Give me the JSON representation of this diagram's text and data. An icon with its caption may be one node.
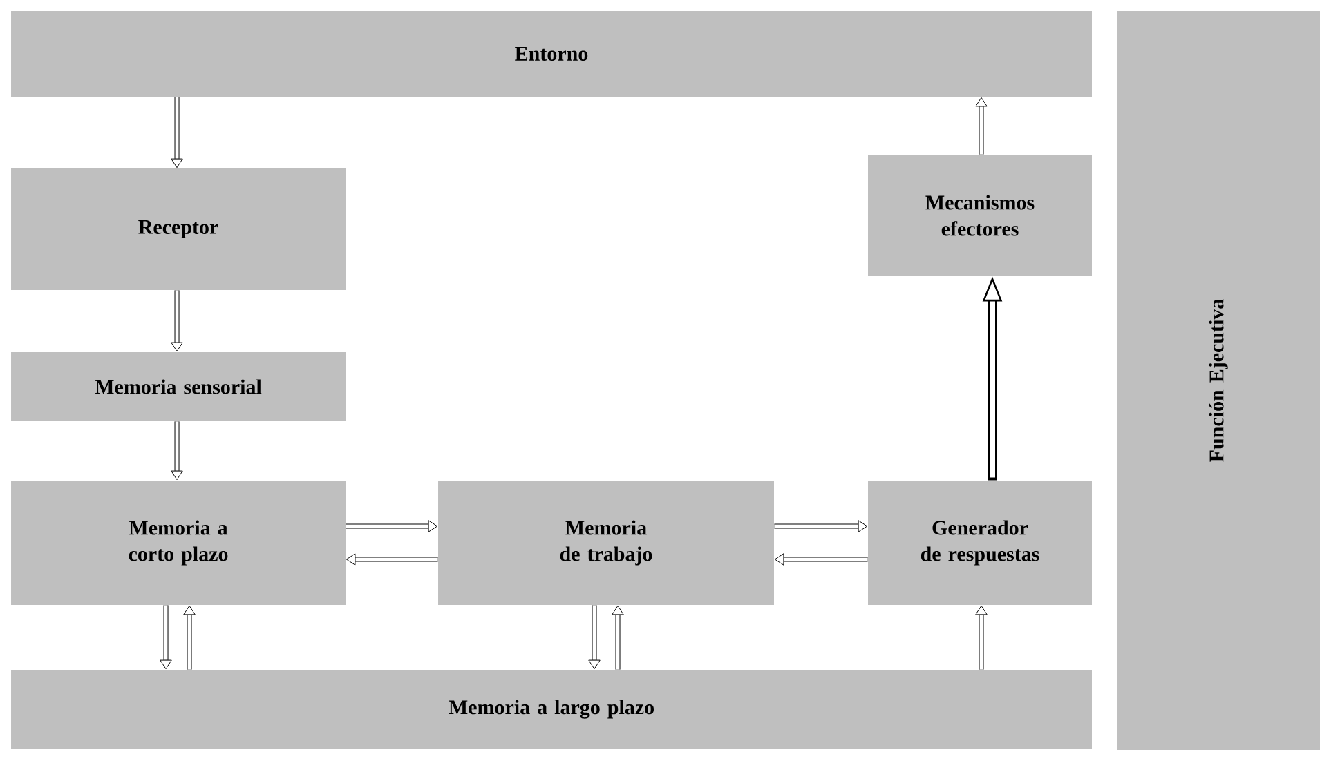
{
  "diagram": {
    "nodes": [
      {
        "text": [
          "Entorno"
        ]
      },
      {
        "text": [
          "Función Ejecutiva"
        ]
      },
      {
        "text": [
          "Receptor"
        ]
      },
      {
        "text": [
          "Mecanismos efectores"
        ]
      },
      {
        "text": [
          "Memoria sensorial"
        ]
      },
      {
        "text": [
          "Memoria a corto plazo"
        ]
      },
      {
        "text": [
          "Memoria de trabajo"
        ]
      },
      {
        "text": [
          "Generador de respuestas"
        ]
      },
      {
        "text": [
          "Memoria a largo plazo"
        ]
      }
    ],
    "edges": [
      {
        "from": 0,
        "to": 2,
        "arrow": "to"
      },
      {
        "from": 3,
        "to": 0,
        "arrow": "to"
      },
      {
        "from": 2,
        "to": 4,
        "arrow": "to"
      },
      {
        "from": 4,
        "to": 5,
        "arrow": "to"
      },
      {
        "from": 5,
        "to": 6,
        "arrow": "to"
      },
      {
        "from": 6,
        "to": 5,
        "arrow": "to"
      },
      {
        "from": 6,
        "to": 7,
        "arrow": "to"
      },
      {
        "from": 7,
        "to": 6,
        "arrow": "to"
      },
      {
        "from": 7,
        "to": 3,
        "arrow": "to",
        "style": "thick"
      },
      {
        "from": 5,
        "to": 8,
        "arrow": "to"
      },
      {
        "from": 8,
        "to": 5,
        "arrow": "to"
      },
      {
        "from": 6,
        "to": 8,
        "arrow": "to"
      },
      {
        "from": 8,
        "to": 6,
        "arrow": "to"
      },
      {
        "from": 8,
        "to": 7,
        "arrow": "to"
      }
    ]
  }
}
